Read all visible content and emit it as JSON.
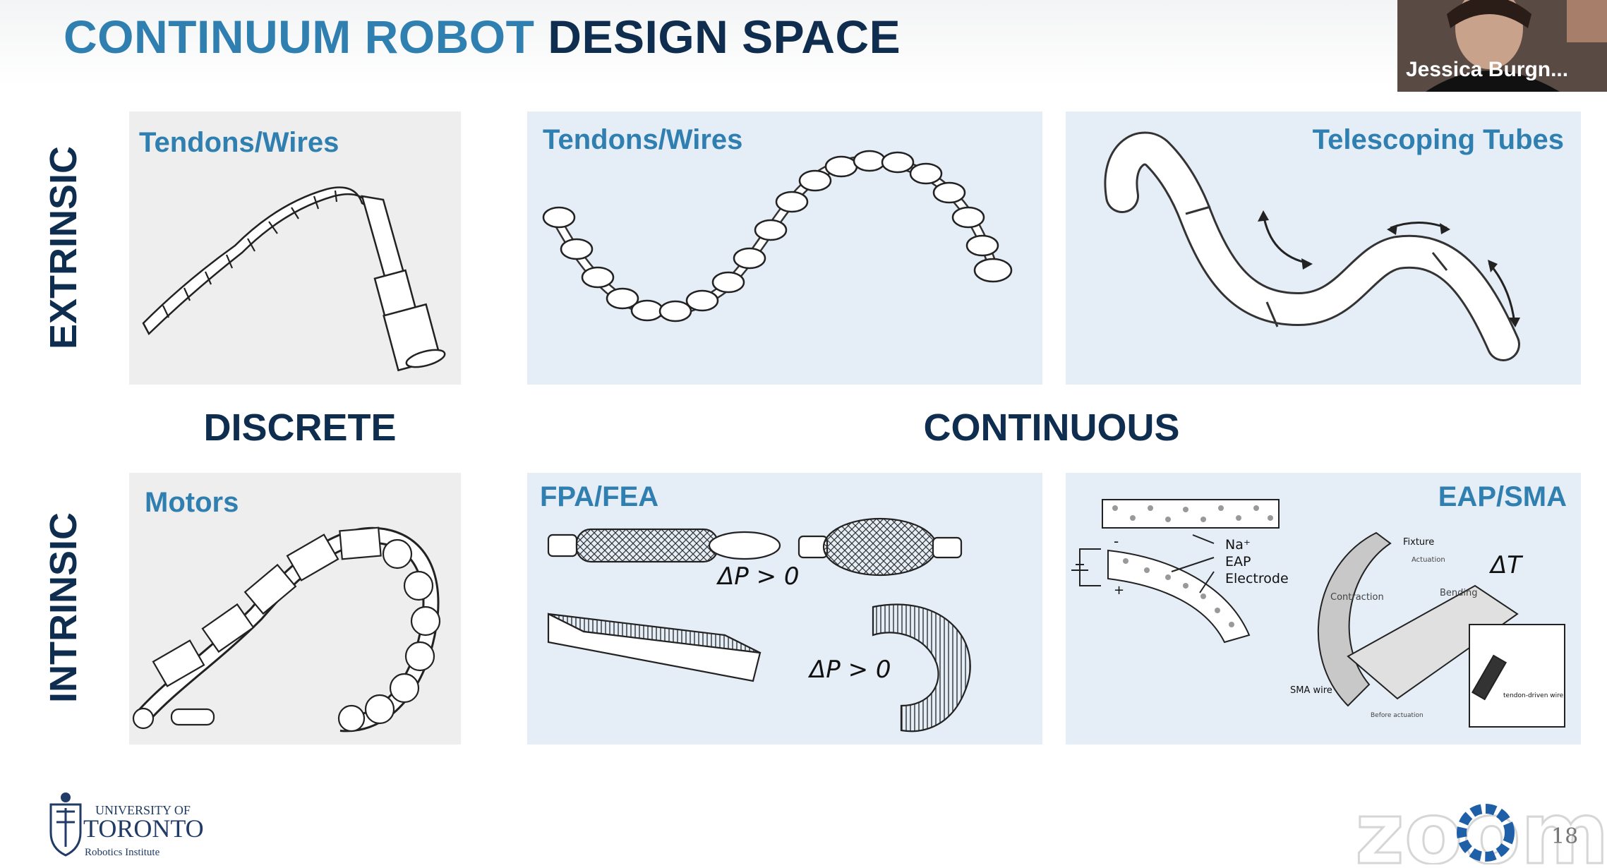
{
  "slide": {
    "title_part1": "CONTINUUM ROBOT",
    "title_part2": "DESIGN SPACE",
    "row_labels": [
      "EXTRINSIC",
      "INTRINSIC"
    ],
    "column_labels": [
      "DISCRETE",
      "CONTINUOUS"
    ],
    "panels": {
      "ext_discrete": {
        "label": "Tendons/Wires"
      },
      "ext_continuous": {
        "label": "Tendons/Wires"
      },
      "ext_tubes": {
        "label": "Telescoping Tubes"
      },
      "int_discrete": {
        "label": "Motors"
      },
      "int_fpa": {
        "label": "FPA/FEA",
        "eq1": "ΔP > 0",
        "eq2": "ΔP > 0"
      },
      "int_eap": {
        "label": "EAP/SMA",
        "na": "Na⁺",
        "eap": "EAP",
        "electrode": "Electrode",
        "minus": "-",
        "plus": "+",
        "fixture": "Fixture",
        "actuation": "Actuation",
        "contraction": "Contraction",
        "bending": "Bending",
        "sma_wire": "SMA wire",
        "before": "Before actuation",
        "tendon": "tendon-driven wire",
        "delta_t": "ΔT"
      }
    },
    "page_number": "18"
  },
  "logo": {
    "line1": "UNIVERSITY OF",
    "line2": "TORONTO",
    "line3": "Robotics Institute"
  },
  "video": {
    "participant_name": "Jessica Burgn..."
  },
  "watermark": {
    "text": "zoom"
  },
  "colors": {
    "title_accent": "#2f7fb0",
    "title_dark": "#0f2d4f",
    "panel_gray": "#eeeeee",
    "panel_blue": "#e5edf6"
  }
}
